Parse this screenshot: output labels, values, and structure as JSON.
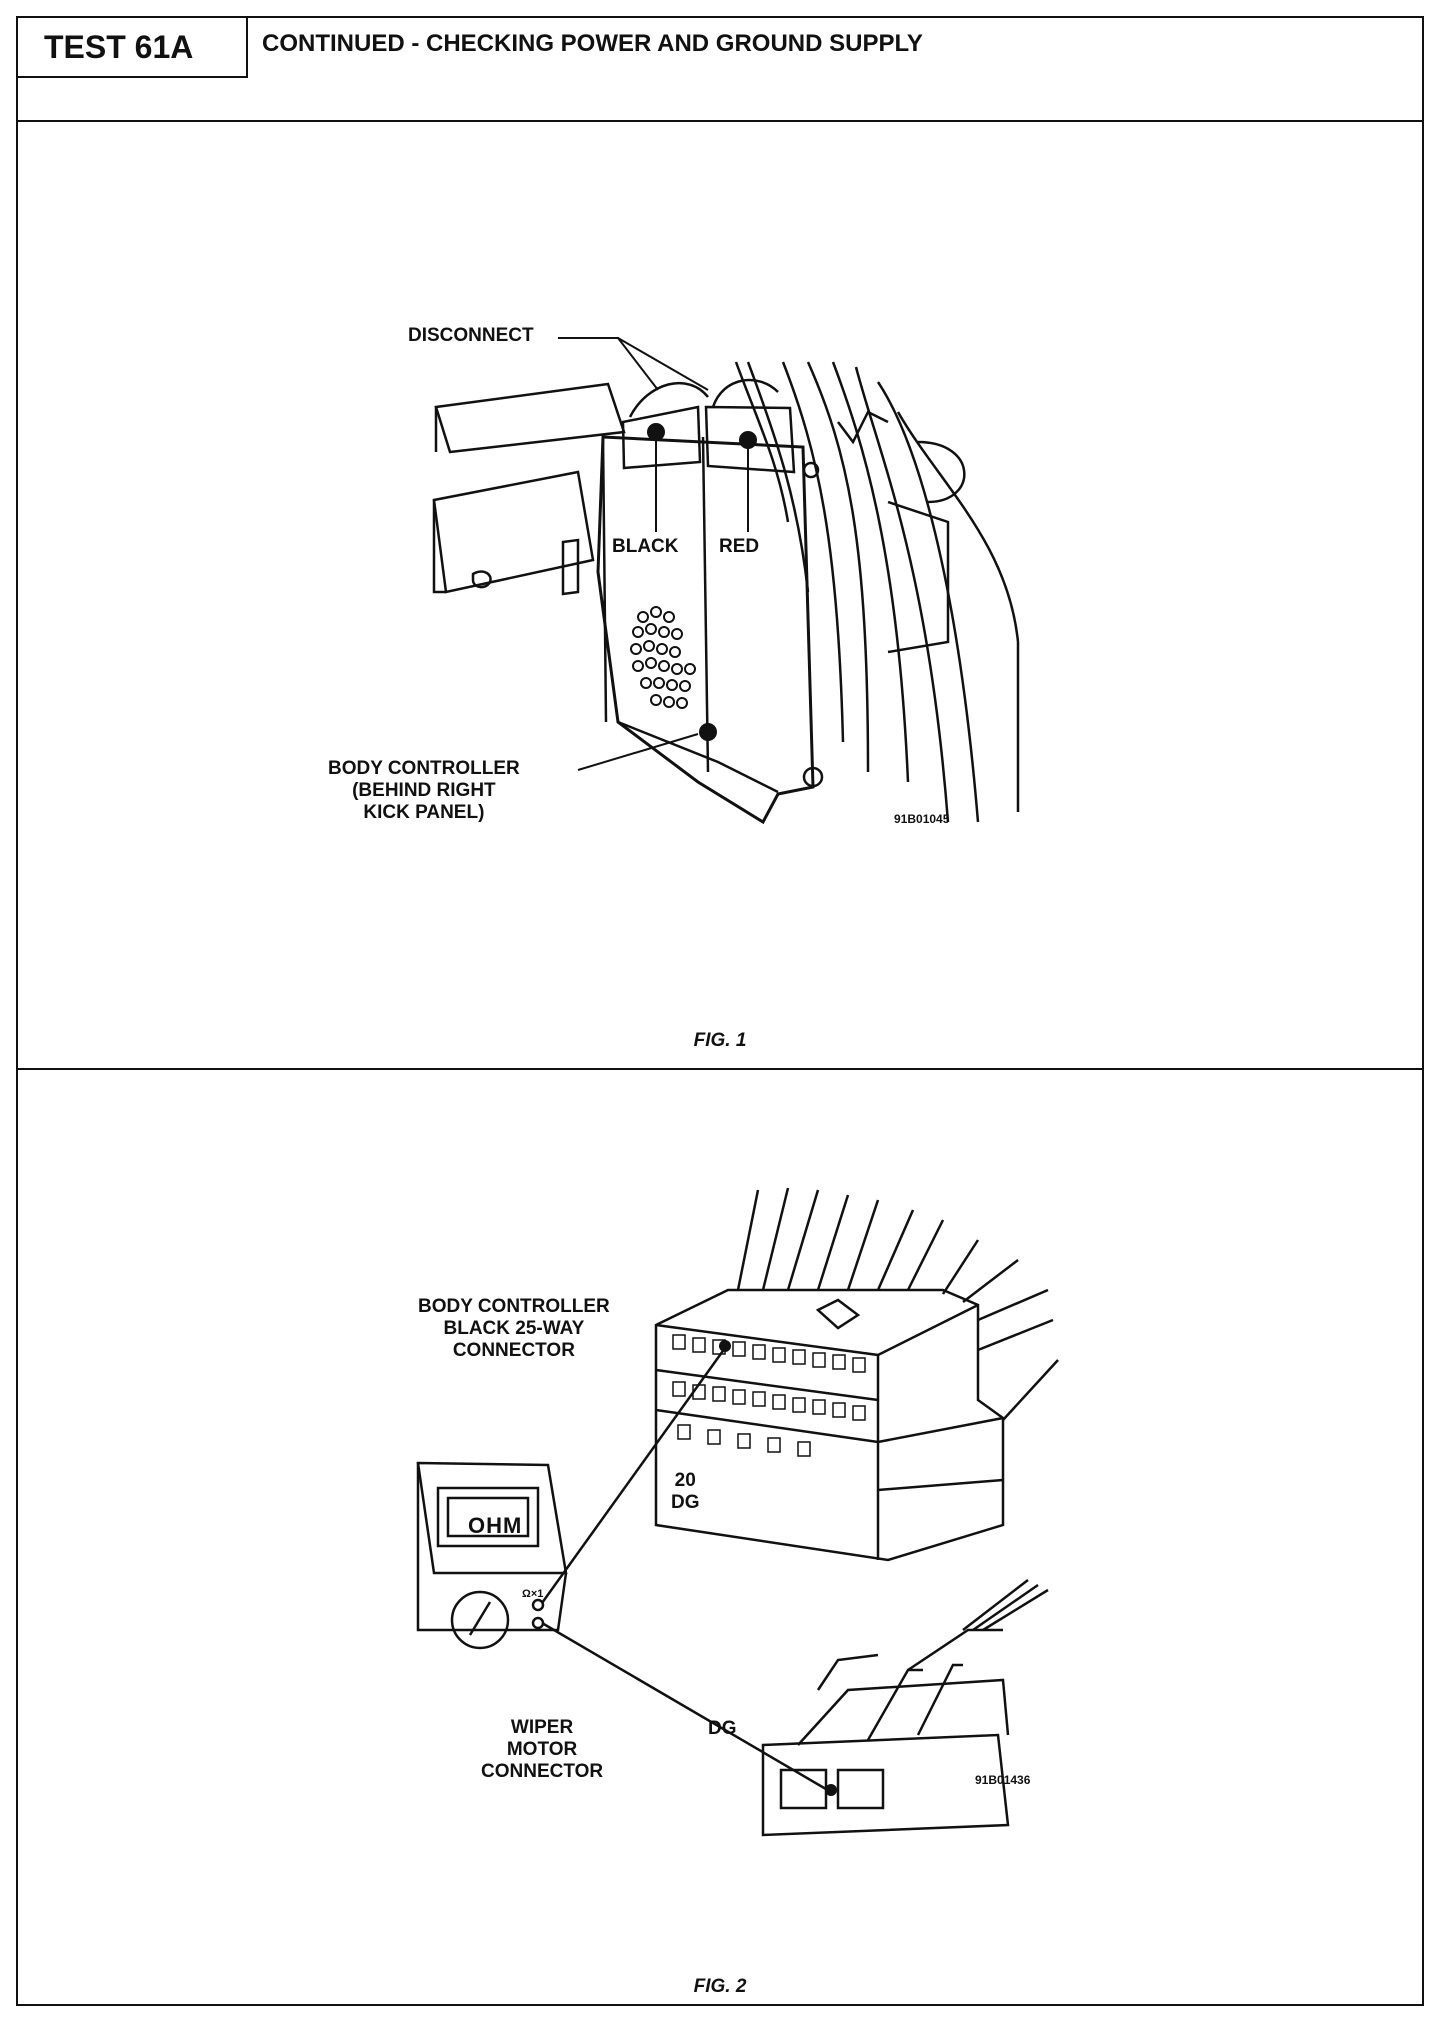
{
  "header": {
    "test_id": "TEST 61A",
    "title": "CONTINUED - CHECKING POWER AND GROUND SUPPLY"
  },
  "figure1": {
    "caption": "FIG. 1",
    "labels": {
      "disconnect": "DISCONNECT",
      "black": "BLACK",
      "red": "RED",
      "body_controller": "BODY CONTROLLER\n(BEHIND RIGHT\nKICK PANEL)"
    },
    "code": "91B01045"
  },
  "figure2": {
    "caption": "FIG. 2",
    "labels": {
      "body_controller_connector": "BODY CONTROLLER\nBLACK 25-WAY\nCONNECTOR",
      "wire_gauge": "20\nDG",
      "wiper_motor_connector": "WIPER\nMOTOR\nCONNECTOR",
      "wiper_wire": "DG",
      "meter_display": "OHM",
      "meter_range": "Ω×1"
    },
    "code": "91B01436"
  }
}
